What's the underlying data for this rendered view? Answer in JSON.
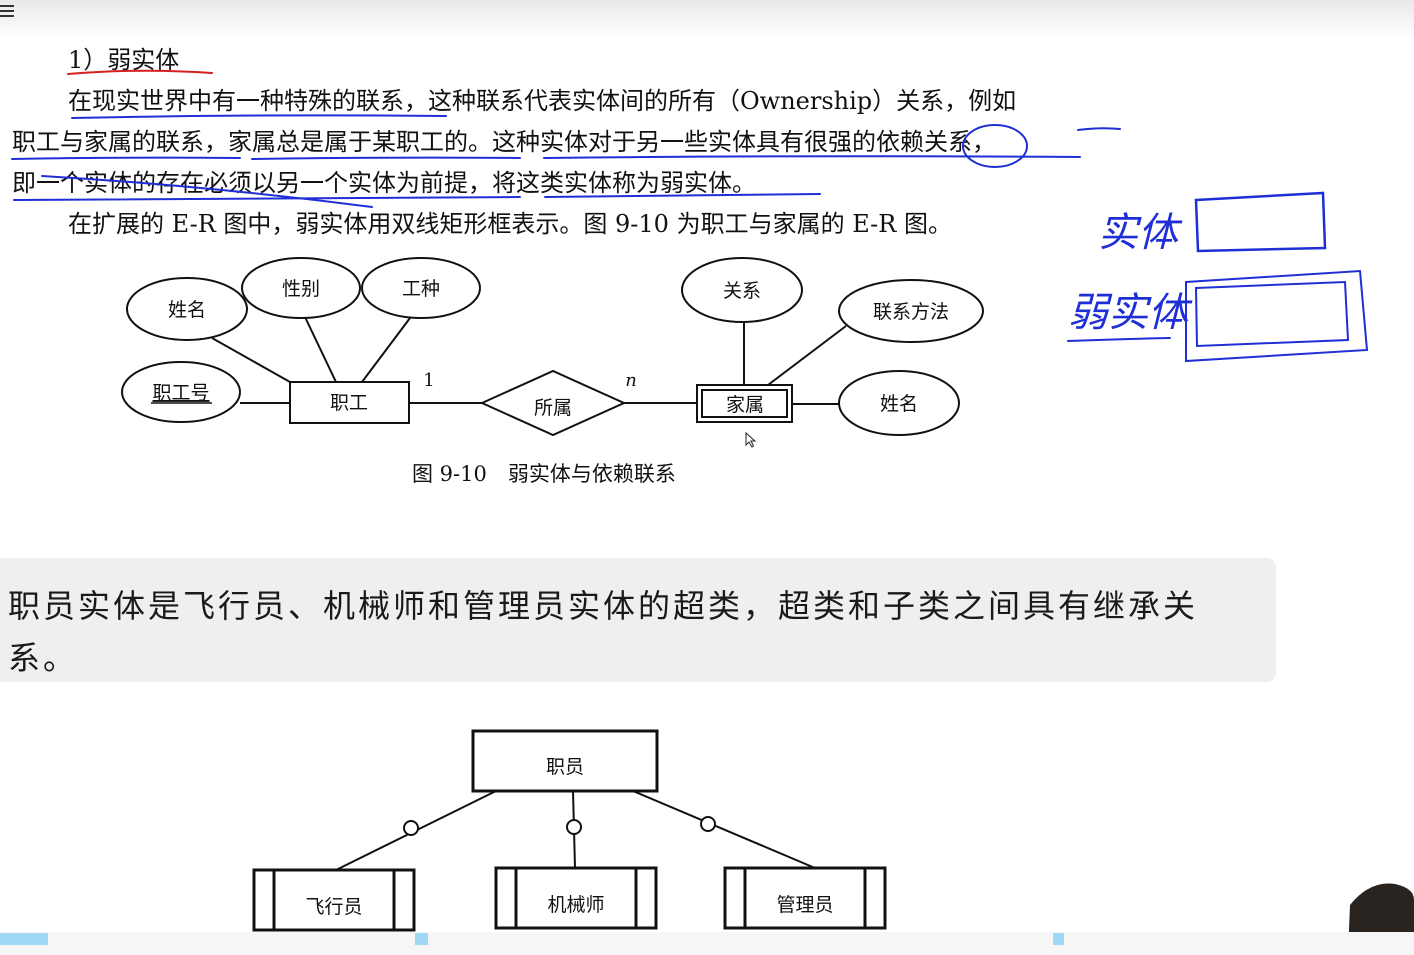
{
  "section_heading": "1）弱实体",
  "paragraph": {
    "line1": "在现实世界中有一种特殊的联系，这种联系代表实体间的所有（Ownership）关系，例如",
    "line2": "职工与家属的联系，家属总是属于某职工的。这种实体对于另一些实体具有很强的依赖关系，",
    "line3": "即一个实体的存在必须以另一个实体为前提，将这类实体称为弱实体。",
    "line4": "在扩展的 E-R 图中，弱实体用双线矩形框表示。图 9-10 为职工与家属的 E-R 图。"
  },
  "er_diagram": {
    "entity_employee": "职工",
    "entity_family": "家属",
    "relationship": "所属",
    "cardinality_left": "1",
    "cardinality_right": "n",
    "attr_name": "姓名",
    "attr_gender": "性别",
    "attr_job": "工种",
    "attr_emp_id": "职工号",
    "attr_relation": "关系",
    "attr_contact": "联系方法",
    "attr_family_name": "姓名",
    "caption": "图 9-10　弱实体与依赖联系"
  },
  "handwritten_notes": {
    "entity": "实体",
    "weak_entity": "弱实体"
  },
  "note": {
    "text": "职员实体是飞行员、机械师和管理员实体的超类，超类和子类之间具有继承关系。"
  },
  "hierarchy": {
    "superclass": "职员",
    "subclass_pilot": "飞行员",
    "subclass_mechanic": "机械师",
    "subclass_manager": "管理员"
  },
  "colors": {
    "annotation_blue": "#1f2fd6",
    "annotation_red": "#d42020",
    "note_background": "#efefef"
  }
}
